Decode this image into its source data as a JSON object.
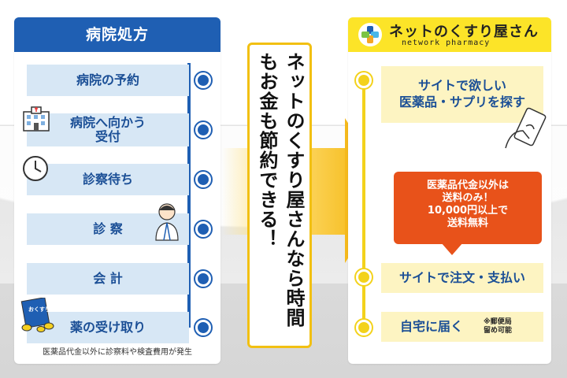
{
  "left": {
    "title": "病院処方",
    "steps": [
      {
        "label": "病院の予約"
      },
      {
        "label": "病院へ向かう\n受付"
      },
      {
        "label": "診察待ち"
      },
      {
        "label": "診 察"
      },
      {
        "label": "会 計"
      },
      {
        "label": "薬の受け取り"
      }
    ],
    "footnote": "医薬品代金以外に診察料や検査費用が発生",
    "medicine_bag_label": "おくすり"
  },
  "middle": {
    "text": "ネットのくすり屋さんなら時間もお金も節約できる！"
  },
  "right": {
    "title": "ネットのくすり屋さん",
    "subtitle": "network pharmacy",
    "steps": [
      {
        "label": "サイトで欲しい\n医薬品・サプリを探す"
      },
      {
        "label": "サイトで注文・支払い"
      },
      {
        "label": "自宅に届く"
      }
    ],
    "callout": "医薬品代金以外は\n送料のみ！\n10,000円以上で\n送料無料",
    "delivery_note": "※郵便局\n留め可能"
  },
  "colors": {
    "left_accent": "#1f5fb3",
    "left_step_bg": "#d7e7f5",
    "right_accent": "#fce428",
    "right_step_bg": "#fdf4c2",
    "callout_bg": "#e8521a"
  },
  "icons": [
    "hospital-icon",
    "clock-icon",
    "doctor-icon",
    "medicine-bag-icon",
    "arrow-icon",
    "logo-cross-icon",
    "smartphone-icon"
  ]
}
